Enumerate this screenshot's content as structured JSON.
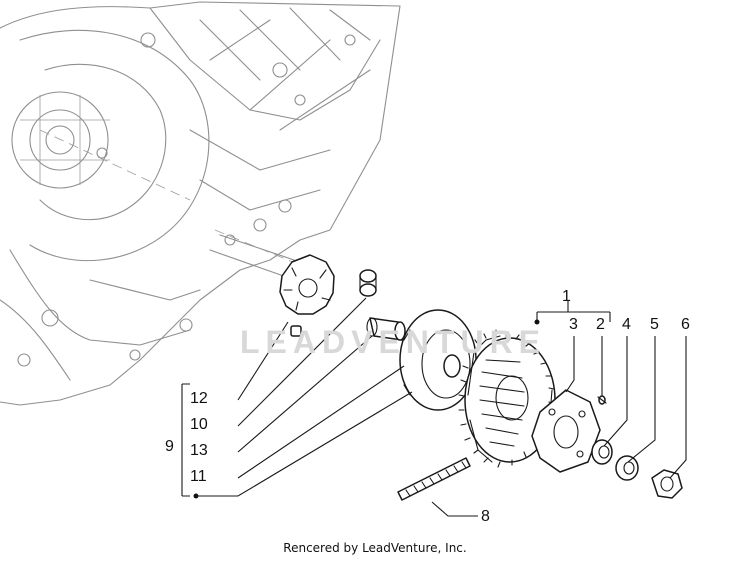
{
  "diagram": {
    "part_numbers": {
      "p1": "1",
      "p2": "2",
      "p3": "3",
      "p4": "4",
      "p5": "5",
      "p6": "6",
      "p8": "8",
      "p9": "9",
      "p10": "10",
      "p11": "11",
      "p12": "12",
      "p13": "13"
    },
    "watermark": "LEADVENTURE",
    "credit": "Rencered by LeadVenture, Inc."
  }
}
